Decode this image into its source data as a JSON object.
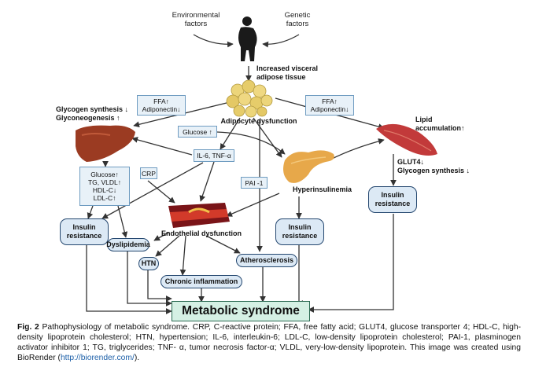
{
  "top": {
    "env_line1": "Environmental",
    "env_line2": "factors",
    "gen_line1": "Genetic",
    "gen_line2": "factors",
    "visceral_line1": "Increased visceral",
    "visceral_line2": "adipose tissue"
  },
  "labels": {
    "adipocyte": "Adipocyte dysfunction",
    "glycogen_line1": "Glycogen synthesis ↓",
    "glycogen_line2": "Glyconeogenesis ↑",
    "lipid_line1": "Lipid",
    "lipid_line2": "accumulation↑",
    "glut_line1": "GLUT4↓",
    "glut_line2": "Glycogen synthesis ↓",
    "hyperinsulinemia": "Hyperinsulinemia",
    "endothelial": "Endothelial dysfunction"
  },
  "boxes": {
    "ffa_left_line1": "FFA↑",
    "ffa_left_line2": "Adiponectin↓",
    "ffa_right_line1": "FFA↑",
    "ffa_right_line2": "Adiponectin↓",
    "glucose": "Glucose ↑",
    "il6": "IL-6, TNF-α",
    "crp": "CRP",
    "pai": "PAI -1",
    "liver_out": [
      "Glucose↑",
      "TG, VLDL↑",
      "HDL-C↓",
      "LDL-C↑"
    ]
  },
  "rounded": {
    "ir_left_line1": "Insulin",
    "ir_left_line2": "resistance",
    "ir_mid_line1": "Insulin",
    "ir_mid_line2": "resistance",
    "ir_right_line1": "Insulin",
    "ir_right_line2": "resistance",
    "dyslipidemia": "Dyslipidemia",
    "htn": "HTN",
    "atherosclerosis": "Atherosclerosis",
    "chronic": "Chronic inflammation"
  },
  "outcome": "Metabolic syndrome",
  "caption": {
    "fig": "Fig. 2",
    "text": " Pathophysiology of metabolic syndrome. CRP, C-reactive protein; FFA, free fatty acid; GLUT4, glucose transporter 4; HDL-C, high-density lipoprotein cholesterol; HTN, hypertension; IL-6, interleukin-6; LDL-C, low-density lipoprotein cholesterol; PAI-1, plasminogen activator inhibitor 1; TG, triglycerides; TNF- α, tumor necrosis factor-α; VLDL, very-low-density lipoprotein. This image was created using BioRender (",
    "link": "http://biorender.com/",
    "end": ")."
  },
  "colors": {
    "box_fill": "#e8f1f8",
    "rounded_fill": "#dce9f5",
    "outcome_fill": "#d5f0e4",
    "liver": "#9b3b22",
    "muscle": "#c23a3a",
    "fat": "#e6c96a",
    "pancreas": "#e7a84a"
  }
}
